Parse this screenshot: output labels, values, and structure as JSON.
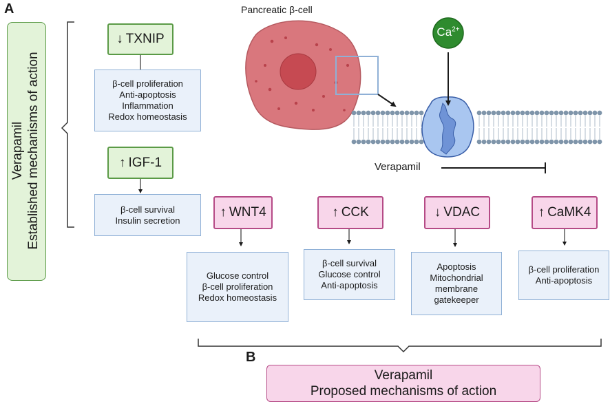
{
  "panels": {
    "a": "A",
    "b": "B"
  },
  "established": {
    "title_line1": "Verapamil",
    "title_line2": "Established mechanisms of action",
    "txnip": {
      "arrow": "↓",
      "label": "TXNIP",
      "effects": [
        "β-cell proliferation",
        "Anti-apoptosis",
        "Inflammation",
        "Redox homeostasis"
      ]
    },
    "igf1": {
      "arrow": "↑",
      "label": "IGF-1",
      "effects": [
        "β-cell survival",
        "Insulin secretion"
      ]
    }
  },
  "cell": {
    "label": "Pancreatic β-cell",
    "ion": "Ca",
    "ion_charge": "2+",
    "drug": "Verapamil"
  },
  "proposed": {
    "title_line1": "Verapamil",
    "title_line2": "Proposed mechanisms of action",
    "targets": [
      {
        "arrow": "↑",
        "label": "WNT4",
        "effects": [
          "Glucose control",
          "β-cell proliferation",
          "Redox homeostasis"
        ]
      },
      {
        "arrow": "↑",
        "label": "CCK",
        "effects": [
          "β-cell survival",
          "Glucose control",
          "Anti-apoptosis"
        ]
      },
      {
        "arrow": "↓",
        "label": "VDAC",
        "effects": [
          "Apoptosis",
          "Mitochondrial",
          "membrane",
          "gatekeeper"
        ]
      },
      {
        "arrow": "↑",
        "label": "CaMK4",
        "effects": [
          "β-cell proliferation",
          "Anti-apoptosis"
        ]
      }
    ]
  },
  "colors": {
    "green_fill": "#e3f3d9",
    "green_border": "#5a9a46",
    "pink_fill": "#f8d6ea",
    "pink_border": "#b54a86",
    "blue_fill": "#eaf1fa",
    "blue_border": "#8fb0d6",
    "cell_fill": "#d9777d",
    "nucleus": "#c64a52",
    "calcium": "#2e8b2e"
  }
}
